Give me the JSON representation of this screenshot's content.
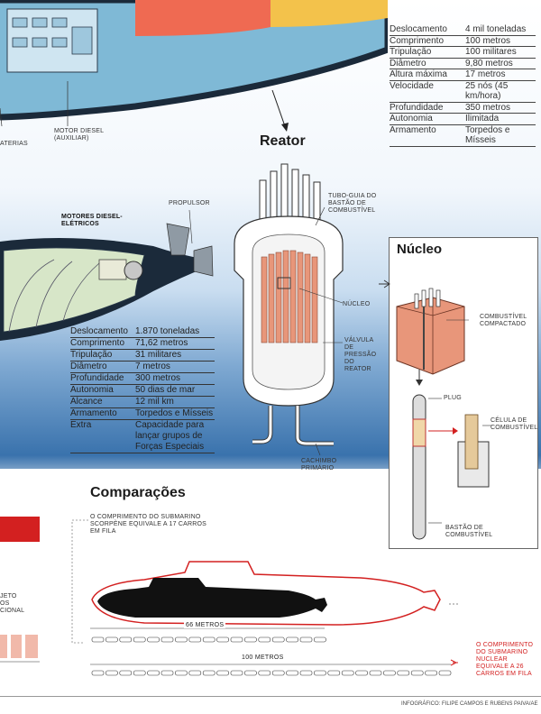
{
  "top_specs": [
    {
      "k": "Deslocamento",
      "v": "4 mil toneladas"
    },
    {
      "k": "Comprimento",
      "v": "100 metros"
    },
    {
      "k": "Tripulação",
      "v": "100 militares"
    },
    {
      "k": "Diâmetro",
      "v": "9,80 metros"
    },
    {
      "k": "Altura máxima",
      "v": "17 metros"
    },
    {
      "k": "Velocidade",
      "v": "25 nós (45 km/hora)"
    },
    {
      "k": "Profundidade",
      "v": "350 metros"
    },
    {
      "k": "Autonomia",
      "v": "Ilimitada"
    },
    {
      "k": "Armamento",
      "v": "Torpedos e Mísseis"
    }
  ],
  "scorpene_specs": [
    {
      "k": "Deslocamento",
      "v": "1.870 toneladas"
    },
    {
      "k": "Comprimento",
      "v": "71,62 metros"
    },
    {
      "k": "Tripulação",
      "v": "31 militares"
    },
    {
      "k": "Diâmetro",
      "v": "7 metros"
    },
    {
      "k": "Profundidade",
      "v": "300 metros"
    },
    {
      "k": "Autonomia",
      "v": "50 dias de mar"
    },
    {
      "k": "Alcance",
      "v": "12 mil km"
    },
    {
      "k": "Armamento",
      "v": "Torpedos e Mísseis"
    },
    {
      "k": "Extra",
      "v": "Capacidade para lançar grupos de Forças Especiais"
    }
  ],
  "labels": {
    "baterias": "ATERIAS",
    "motor_diesel": "MOTOR DIESEL (AUXILIAR)",
    "reator_title": "Reator",
    "tubo_guia": "TUBO-GUIA DO BASTÃO DE COMBUSTÍVEL",
    "propulsor": "PROPULSOR",
    "motores_diesel": "MOTORES DIESEL-ELÉTRICOS",
    "nucleo_label": "NÚCLEO",
    "valvula": "VÁLVULA DE PRESSÃO DO REATOR",
    "cachimbo": "CACHIMBO PRIMÁRIO",
    "nucleo_title": "Núcleo",
    "combustivel_compactado": "COMBUSTÍVEL COMPACTADO",
    "plug": "PLUG",
    "celula": "CÉLULA DE COMBUSTÍVEL",
    "bastao": "BASTÃO DE COMBUSTÍVEL",
    "comparacoes": "Comparações",
    "scorpene_note": "O COMPRIMENTO DO SUBMARINO SCORPÈNE EQUIVALE A 17 CARROS EM FILA",
    "nuclear_note": "O COMPRIMENTO DO SUBMARINO NUCLEAR EQUIVALE A 26 CARROS EM FILA",
    "m66": "66 METROS",
    "m100": "100 METROS",
    "left_frag1": "JETO",
    "left_frag2": "OS",
    "left_frag3": "CIONAL",
    "credit": "INFOGRÁFICO: FILIPE CAMPOS E RUBENS PAIVA/AE"
  },
  "colors": {
    "accent_red": "#d32020",
    "core_orange": "#e8967a",
    "hull": "#1b2a3a"
  }
}
